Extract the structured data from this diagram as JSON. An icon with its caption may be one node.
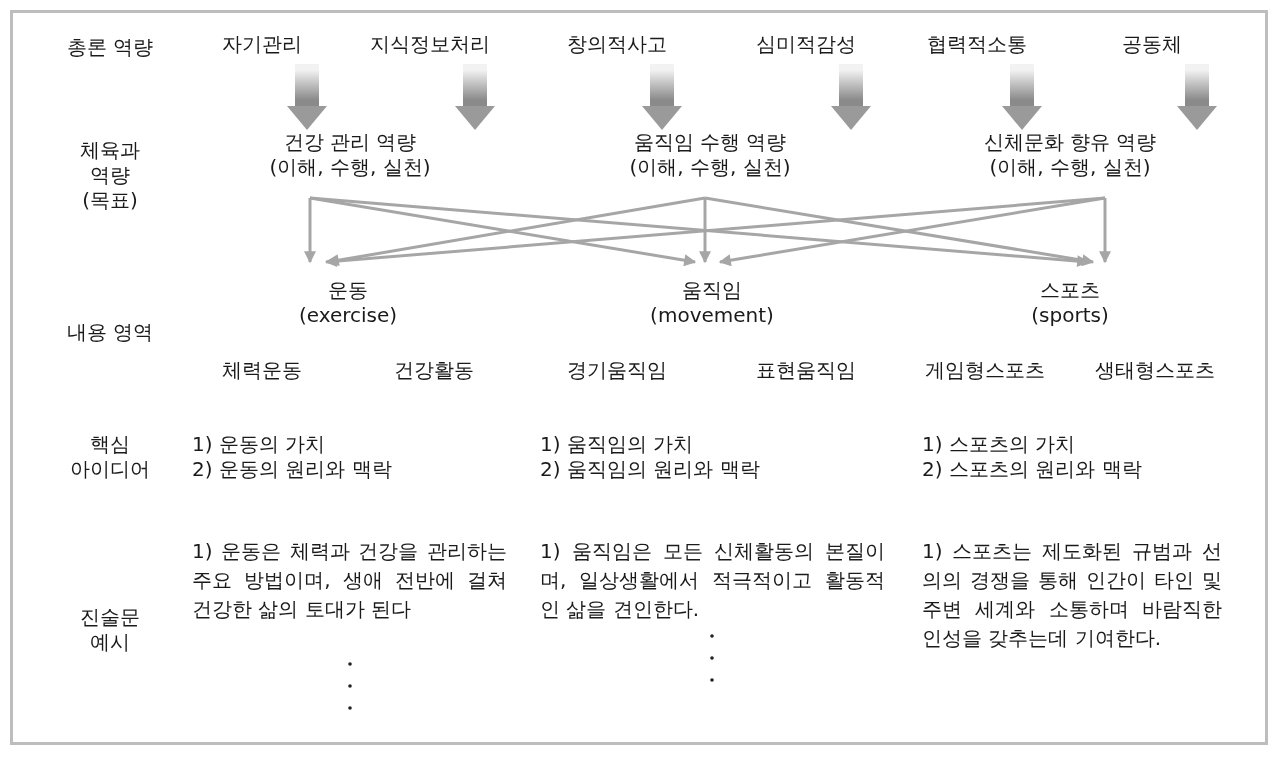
{
  "diagram": {
    "nodes": [
      {
        "text": [
          "자기관리"
        ]
      },
      {
        "text": [
          "지식정보처리"
        ]
      },
      {
        "text": [
          "창의적사고"
        ]
      },
      {
        "text": [
          "심미적감성"
        ]
      },
      {
        "text": [
          "협력적소통"
        ]
      },
      {
        "text": [
          "공동체"
        ]
      },
      {
        "text": [
          "건강 관리 역량 (이해, 수행, 실천)"
        ]
      },
      {
        "text": [
          "움직임 수행 역량 (이해, 수행, 실천)"
        ]
      },
      {
        "text": [
          "신체문화 향유 역량 (이해, 수행, 실천)"
        ]
      },
      {
        "text": [
          "운동 (exercise)"
        ]
      },
      {
        "text": [
          "움직임 (movement)"
        ]
      },
      {
        "text": [
          "스포츠 (sports)"
        ]
      }
    ],
    "edges": [
      {
        "from": 0,
        "to": 6,
        "arrow": "to",
        "style": "thick"
      },
      {
        "from": 1,
        "to": 6,
        "arrow": "to",
        "style": "thick"
      },
      {
        "from": 2,
        "to": 7,
        "arrow": "to",
        "style": "thick"
      },
      {
        "from": 3,
        "to": 7,
        "arrow": "to",
        "style": "thick"
      },
      {
        "from": 4,
        "to": 8,
        "arrow": "to",
        "style": "thick"
      },
      {
        "from": 5,
        "to": 8,
        "arrow": "to",
        "style": "thick"
      },
      {
        "from": 6,
        "to": 9,
        "arrow": "to"
      },
      {
        "from": 6,
        "to": 10,
        "arrow": "to"
      },
      {
        "from": 6,
        "to": 11,
        "arrow": "to"
      },
      {
        "from": 7,
        "to": 9,
        "arrow": "to"
      },
      {
        "from": 7,
        "to": 10,
        "arrow": "to"
      },
      {
        "from": 7,
        "to": 11,
        "arrow": "to"
      },
      {
        "from": 8,
        "to": 9,
        "arrow": "to"
      },
      {
        "from": 8,
        "to": 10,
        "arrow": "to"
      },
      {
        "from": 8,
        "to": 11,
        "arrow": "to"
      }
    ],
    "labels": [
      "총론 역량",
      "체육과 역량(목표)",
      "내용 영역",
      "체력운동",
      "건강활동",
      "경기움직임",
      "표현움직임",
      "게임형스포츠",
      "생태형스포츠",
      "핵심 아이디어",
      "1) 운동의 가치",
      "2) 운동의 원리와 맥락",
      "1) 움직임의 가치",
      "2) 움직임의 원리와 맥락",
      "1) 스포츠의 가치",
      "2) 스포츠의 원리와 맥락",
      "진술문 예시",
      "1) 운동은 체력과 건강을 관리하는 주요 방법이며, 생애 전반에 걸쳐 건강한 삶의 토대가 된다",
      "1) 움직임은 모든 신체활동의 본질이며, 일상생활에서 적극적이고 활동적인 삶을 견인한다.",
      "1) 스포츠는 제도화된 규범과 선의의 경쟁을 통해 인간이 타인 및 주변 세계와 소통하며 바람직한 인성을 갖추는데 기여한다."
    ]
  }
}
